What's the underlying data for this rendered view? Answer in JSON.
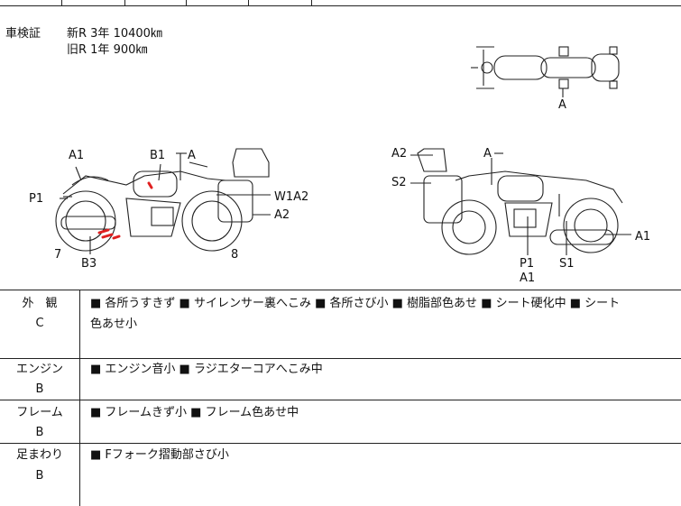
{
  "inspection": {
    "label": "車検証",
    "lines": [
      "新R  3年  10400㎞",
      "旧R  1年      900㎞"
    ]
  },
  "diagram_labels": {
    "top": [
      "A"
    ],
    "left_bike": [
      "A1",
      "B1",
      "A",
      "P1",
      "W1A2",
      "A2",
      "7",
      "B3",
      "8"
    ],
    "right_bike": [
      "A2",
      "A",
      "S2",
      "A1",
      "P1",
      "A1",
      "S1"
    ]
  },
  "rows": [
    {
      "category": "外　観",
      "grade": "C",
      "text_line1": "■ 各所うすきず ■ サイレンサー裏へこみ ■ 各所さび小 ■ 樹脂部色あせ ■ シート硬化中 ■ シート",
      "text_line2": "色あせ小"
    },
    {
      "category": "エンジン",
      "grade": "B",
      "text_line1": "■ エンジン音小 ■ ラジエターコアへこみ中",
      "text_line2": ""
    },
    {
      "category": "フレーム",
      "grade": "B",
      "text_line1": "■ フレームきず小 ■ フレーム色あせ中",
      "text_line2": ""
    },
    {
      "category": "足まわり",
      "grade": "B",
      "text_line1": "■ Fフォーク摺動部さび小",
      "text_line2": ""
    }
  ],
  "colors": {
    "line": "#222222",
    "damage_mark": "#e02020"
  }
}
